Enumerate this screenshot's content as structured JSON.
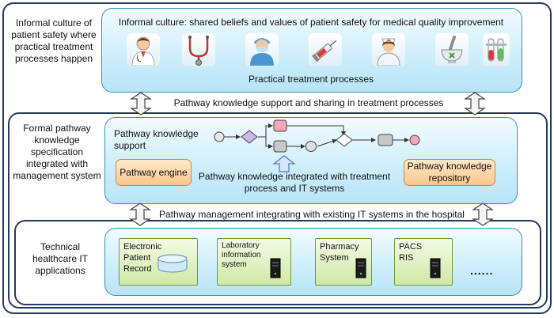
{
  "layer1": {
    "side_label": "Informal culture of patient safety where practical treatment processes happen",
    "panel_title": "Informal culture: shared beliefs and values of patient safety for medical quality improvement",
    "panel_bottom": "Practical treatment processes",
    "icons": [
      "doctor-icon",
      "stethoscope-icon",
      "surgeon-icon",
      "syringe-icon",
      "nurse-icon",
      "mortar-pestle-icon",
      "test-tubes-icon"
    ]
  },
  "connector1": {
    "label": "Pathway knowledge support and sharing in treatment processes"
  },
  "layer2": {
    "side_label": "Formal pathway knowledge specification integrated  with management system",
    "support_label": "Pathway knowledge support",
    "engine_label": "Pathway engine",
    "center_label": "Pathway knowledge integrated with treatment process and IT systems",
    "repository_label": "Pathway knowledge repository"
  },
  "connector2": {
    "label": "Pathway management integrating with existing IT systems in the hospital"
  },
  "layer3": {
    "side_label": "Technical healthcare IT applications",
    "systems": [
      {
        "label": "Electronic Patient Record",
        "icon": "database-icon"
      },
      {
        "label": "Laboratory information system",
        "icon": "server-icon"
      },
      {
        "label": "Pharmacy System",
        "icon": "server-icon"
      },
      {
        "label": "PACS RIS",
        "icon": "server-icon"
      }
    ],
    "ellipsis": "......"
  },
  "colors": {
    "panel_blue": "#cfeefb",
    "outer_border": "#243a5e",
    "orange_box": "#fbc58b",
    "green_box": "#cfe8a4",
    "task_pink": "#f7a6b8",
    "task_gray": "#c8c8c8",
    "gateway_purple": "#c9b7e8"
  }
}
